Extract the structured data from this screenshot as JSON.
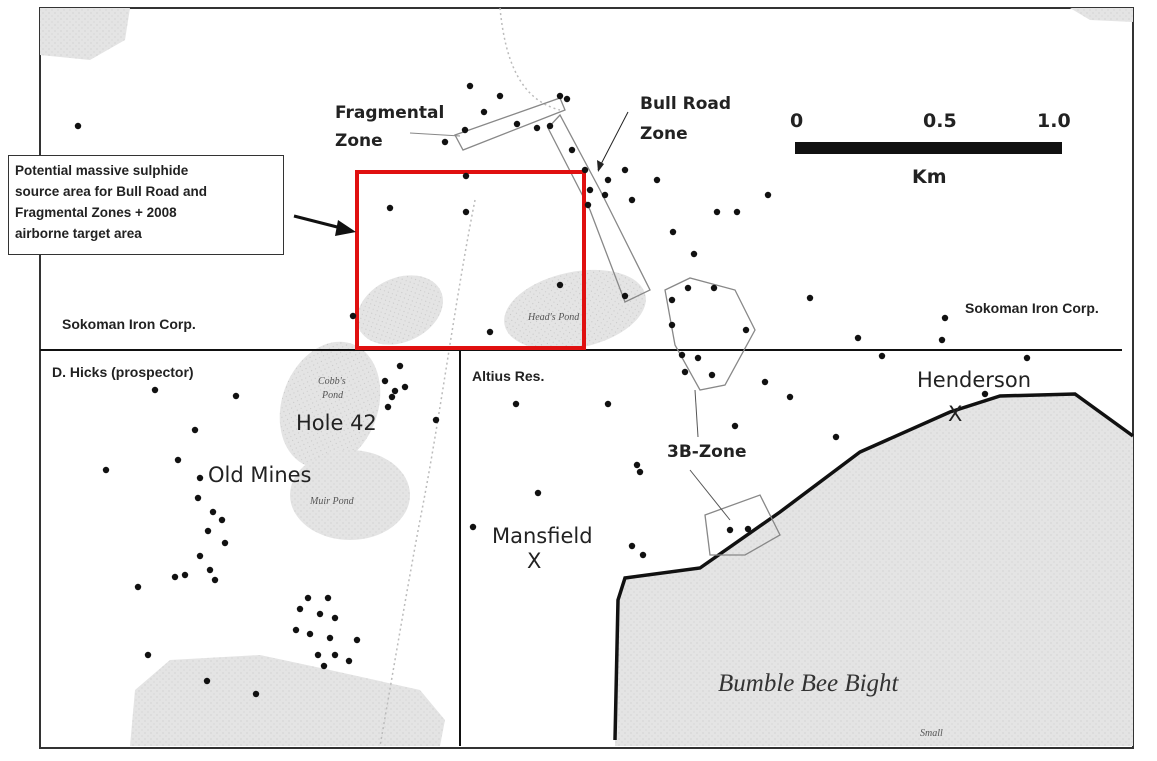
{
  "callout": {
    "lines": [
      "Potential  massive sulphide",
      "source area for Bull Road  and",
      "Fragmental Zones  + 2008",
      "airborne target area"
    ]
  },
  "zones": {
    "fragmental": [
      "Fragmental",
      "Zone"
    ],
    "bull_road": [
      "Bull Road",
      "Zone"
    ],
    "three_b": "3B-Zone"
  },
  "places": {
    "hole42": "Hole 42",
    "old_mines": "Old Mines",
    "mansfield": "Mansfield",
    "henderson": "Henderson",
    "marker": "X",
    "bumble_bee_bight": "Bumble Bee Bight"
  },
  "ponds": {
    "heads": "Head's Pond",
    "cobbs": [
      "Cobb's",
      "Pond"
    ],
    "muir": "Muir Pond",
    "small": "Small"
  },
  "claims": {
    "sokoman_left": "Sokoman Iron Corp.",
    "sokoman_right": "Sokoman Iron Corp.",
    "hicks": "D. Hicks (prospector)",
    "altius": "Altius Res."
  },
  "scale": {
    "ticks": [
      "0",
      "0.5",
      "1.0"
    ],
    "unit": "Km"
  },
  "colors": {
    "water": "#e2e2e2",
    "target_box": "#e01010",
    "ink": "#111111"
  }
}
